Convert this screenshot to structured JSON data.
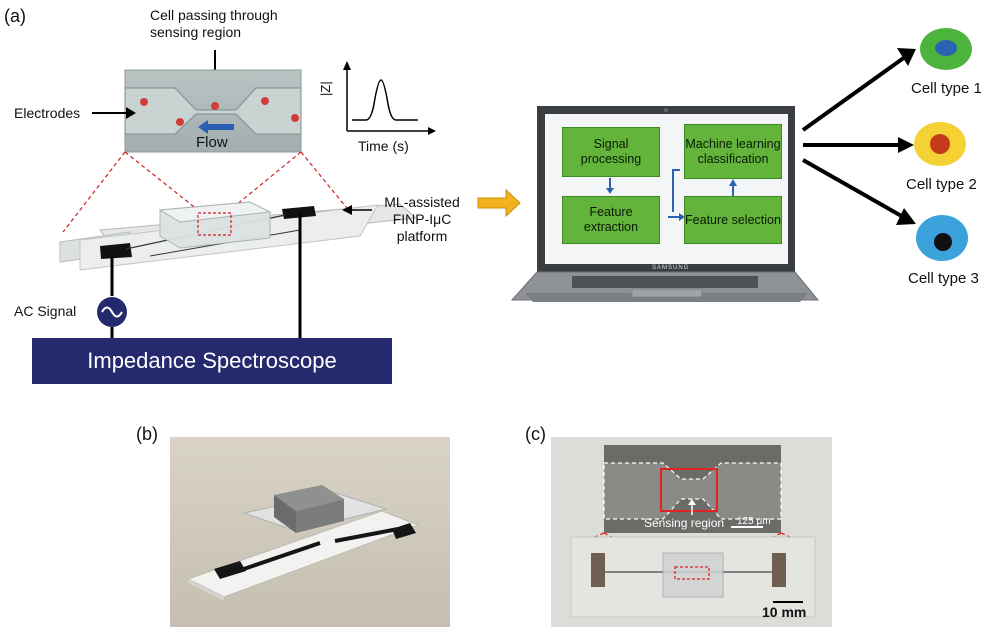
{
  "panel_a": {
    "label": "(a)",
    "cell_passing": "Cell passing through sensing region",
    "electrodes": "Electrodes",
    "flow": "Flow",
    "z_axis": "|Z|",
    "time_axis": "Time (s)",
    "platform": "ML-assisted FINP-IμC platform",
    "ac_signal": "AC Signal",
    "spectroscope": "Impedance Spectroscope",
    "laptop_brand": "SAMSUNG",
    "steps": {
      "signal": "Signal processing",
      "feature_extraction": "Feature extraction",
      "ml": "Machine learning classification",
      "feature_selection": "Feature selection"
    },
    "cell_types": [
      {
        "label": "Cell type 1",
        "outer": "#4cb43c",
        "inner": "#2c62b4"
      },
      {
        "label": "Cell type 2",
        "outer": "#f4d234",
        "inner": "#c43a1c"
      },
      {
        "label": "Cell type 3",
        "outer": "#3ca2dc",
        "inner": "#101010"
      }
    ]
  },
  "panel_b": {
    "label": "(b)"
  },
  "panel_c": {
    "label": "(c)",
    "sensing": "Sensing region",
    "scale_small": "125 μm",
    "scale_big": "10 mm"
  },
  "colors": {
    "spectroscope": "#252a6e",
    "arrow": "#f2b21e",
    "step_green": "#62b43b"
  }
}
